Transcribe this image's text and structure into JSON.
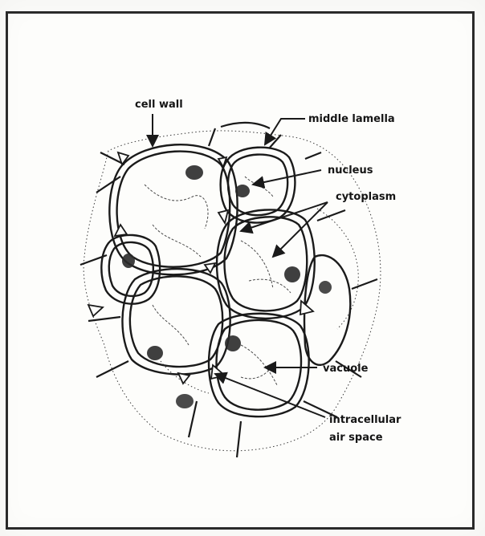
{
  "diagram": {
    "labels": {
      "cell_wall": "cell wall",
      "middle_lamella": "middle lamella",
      "nucleus": "nucleus",
      "cytoplasm": "cytoplasm",
      "vacuole": "vacuole",
      "intercellular_line1": "intracellular",
      "intercellular_line2": "air space"
    },
    "colors": {
      "ink": "#1a1a1a",
      "paper": "#fdfdfb"
    }
  }
}
